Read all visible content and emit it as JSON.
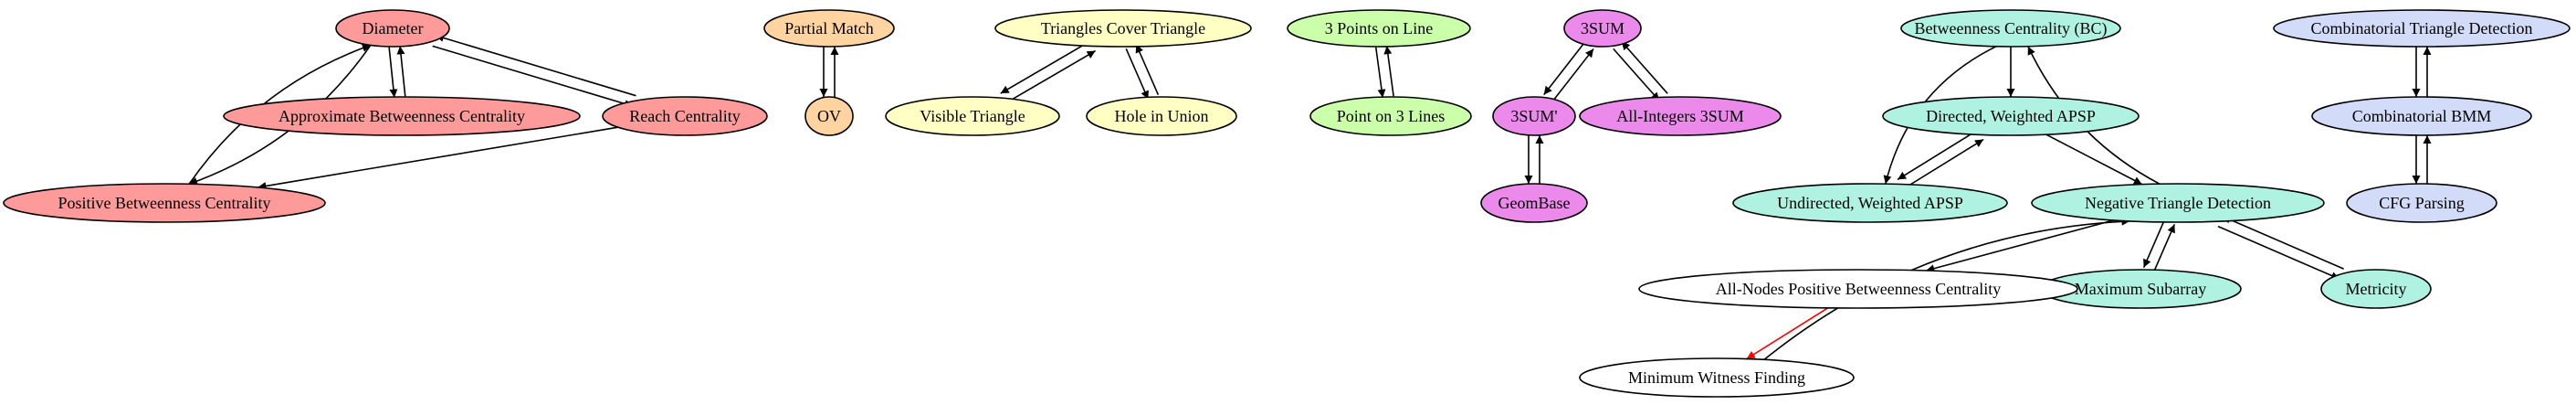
{
  "colors": {
    "red": "#ff9a9a",
    "orange": "#ffd4a0",
    "yellow": "#ffffc4",
    "green": "#ccffaa",
    "magenta": "#ec8aec",
    "teal": "#b0f2e2",
    "blue": "#d2dcf8",
    "white": "#ffffff",
    "edge": "#000000",
    "edge_highlight": "#ff0000"
  },
  "nodes": [
    {
      "id": "diameter",
      "label": "Diameter",
      "color": "red"
    },
    {
      "id": "approx_bc",
      "label": "Approximate Betweenness Centrality",
      "color": "red"
    },
    {
      "id": "reach",
      "label": "Reach Centrality",
      "color": "red"
    },
    {
      "id": "pos_bc",
      "label": "Positive Betweenness Centrality",
      "color": "red"
    },
    {
      "id": "partial_match",
      "label": "Partial Match",
      "color": "orange"
    },
    {
      "id": "ov",
      "label": "OV",
      "color": "orange"
    },
    {
      "id": "tri_cover",
      "label": "Triangles Cover Triangle",
      "color": "yellow"
    },
    {
      "id": "visible_tri",
      "label": "Visible Triangle",
      "color": "yellow"
    },
    {
      "id": "hole_union",
      "label": "Hole in Union",
      "color": "yellow"
    },
    {
      "id": "three_points",
      "label": "3 Points on Line",
      "color": "green"
    },
    {
      "id": "point_three_lines",
      "label": "Point on 3 Lines",
      "color": "green"
    },
    {
      "id": "3sum",
      "label": "3SUM",
      "color": "magenta"
    },
    {
      "id": "3sum_prime",
      "label": "3SUM'",
      "color": "magenta"
    },
    {
      "id": "all_int_3sum",
      "label": "All-Integers 3SUM",
      "color": "magenta"
    },
    {
      "id": "geombase",
      "label": "GeomBase",
      "color": "magenta"
    },
    {
      "id": "bc",
      "label": "Betweenness Centrality (BC)",
      "color": "teal"
    },
    {
      "id": "dw_apsp",
      "label": "Directed, Weighted APSP",
      "color": "teal"
    },
    {
      "id": "uw_apsp",
      "label": "Undirected, Weighted APSP",
      "color": "teal"
    },
    {
      "id": "neg_tri",
      "label": "Negative Triangle Detection",
      "color": "teal"
    },
    {
      "id": "max_subarray",
      "label": "Maximum Subarray",
      "color": "teal"
    },
    {
      "id": "metricity",
      "label": "Metricity",
      "color": "teal"
    },
    {
      "id": "comb_tri",
      "label": "Combinatorial Triangle Detection",
      "color": "blue"
    },
    {
      "id": "comb_bmm",
      "label": "Combinatorial BMM",
      "color": "blue"
    },
    {
      "id": "cfg",
      "label": "CFG Parsing",
      "color": "blue"
    },
    {
      "id": "all_nodes_pbc",
      "label": "All-Nodes Positive Betweenness Centrality",
      "color": "white"
    },
    {
      "id": "min_witness",
      "label": "Minimum Witness Finding",
      "color": "white"
    }
  ],
  "edges": [
    {
      "from": "diameter",
      "to": "approx_bc"
    },
    {
      "from": "approx_bc",
      "to": "diameter"
    },
    {
      "from": "diameter",
      "to": "reach"
    },
    {
      "from": "reach",
      "to": "diameter"
    },
    {
      "from": "diameter",
      "to": "pos_bc"
    },
    {
      "from": "pos_bc",
      "to": "diameter"
    },
    {
      "from": "reach",
      "to": "pos_bc"
    },
    {
      "from": "partial_match",
      "to": "ov"
    },
    {
      "from": "ov",
      "to": "partial_match"
    },
    {
      "from": "tri_cover",
      "to": "visible_tri"
    },
    {
      "from": "visible_tri",
      "to": "tri_cover"
    },
    {
      "from": "tri_cover",
      "to": "hole_union"
    },
    {
      "from": "hole_union",
      "to": "tri_cover"
    },
    {
      "from": "three_points",
      "to": "point_three_lines"
    },
    {
      "from": "point_three_lines",
      "to": "three_points"
    },
    {
      "from": "3sum",
      "to": "3sum_prime"
    },
    {
      "from": "3sum_prime",
      "to": "3sum"
    },
    {
      "from": "3sum",
      "to": "all_int_3sum"
    },
    {
      "from": "all_int_3sum",
      "to": "3sum"
    },
    {
      "from": "3sum_prime",
      "to": "geombase"
    },
    {
      "from": "geombase",
      "to": "3sum_prime"
    },
    {
      "from": "bc",
      "to": "dw_apsp"
    },
    {
      "from": "bc",
      "to": "uw_apsp"
    },
    {
      "from": "dw_apsp",
      "to": "uw_apsp"
    },
    {
      "from": "uw_apsp",
      "to": "dw_apsp"
    },
    {
      "from": "dw_apsp",
      "to": "neg_tri"
    },
    {
      "from": "neg_tri",
      "to": "bc"
    },
    {
      "from": "neg_tri",
      "to": "max_subarray"
    },
    {
      "from": "max_subarray",
      "to": "neg_tri"
    },
    {
      "from": "neg_tri",
      "to": "metricity"
    },
    {
      "from": "metricity",
      "to": "neg_tri"
    },
    {
      "from": "neg_tri",
      "to": "all_nodes_pbc"
    },
    {
      "from": "min_witness",
      "to": "neg_tri"
    },
    {
      "from": "all_nodes_pbc",
      "to": "min_witness",
      "highlight": true
    },
    {
      "from": "comb_tri",
      "to": "comb_bmm"
    },
    {
      "from": "comb_bmm",
      "to": "comb_tri"
    },
    {
      "from": "comb_bmm",
      "to": "cfg"
    },
    {
      "from": "cfg",
      "to": "comb_bmm"
    }
  ]
}
